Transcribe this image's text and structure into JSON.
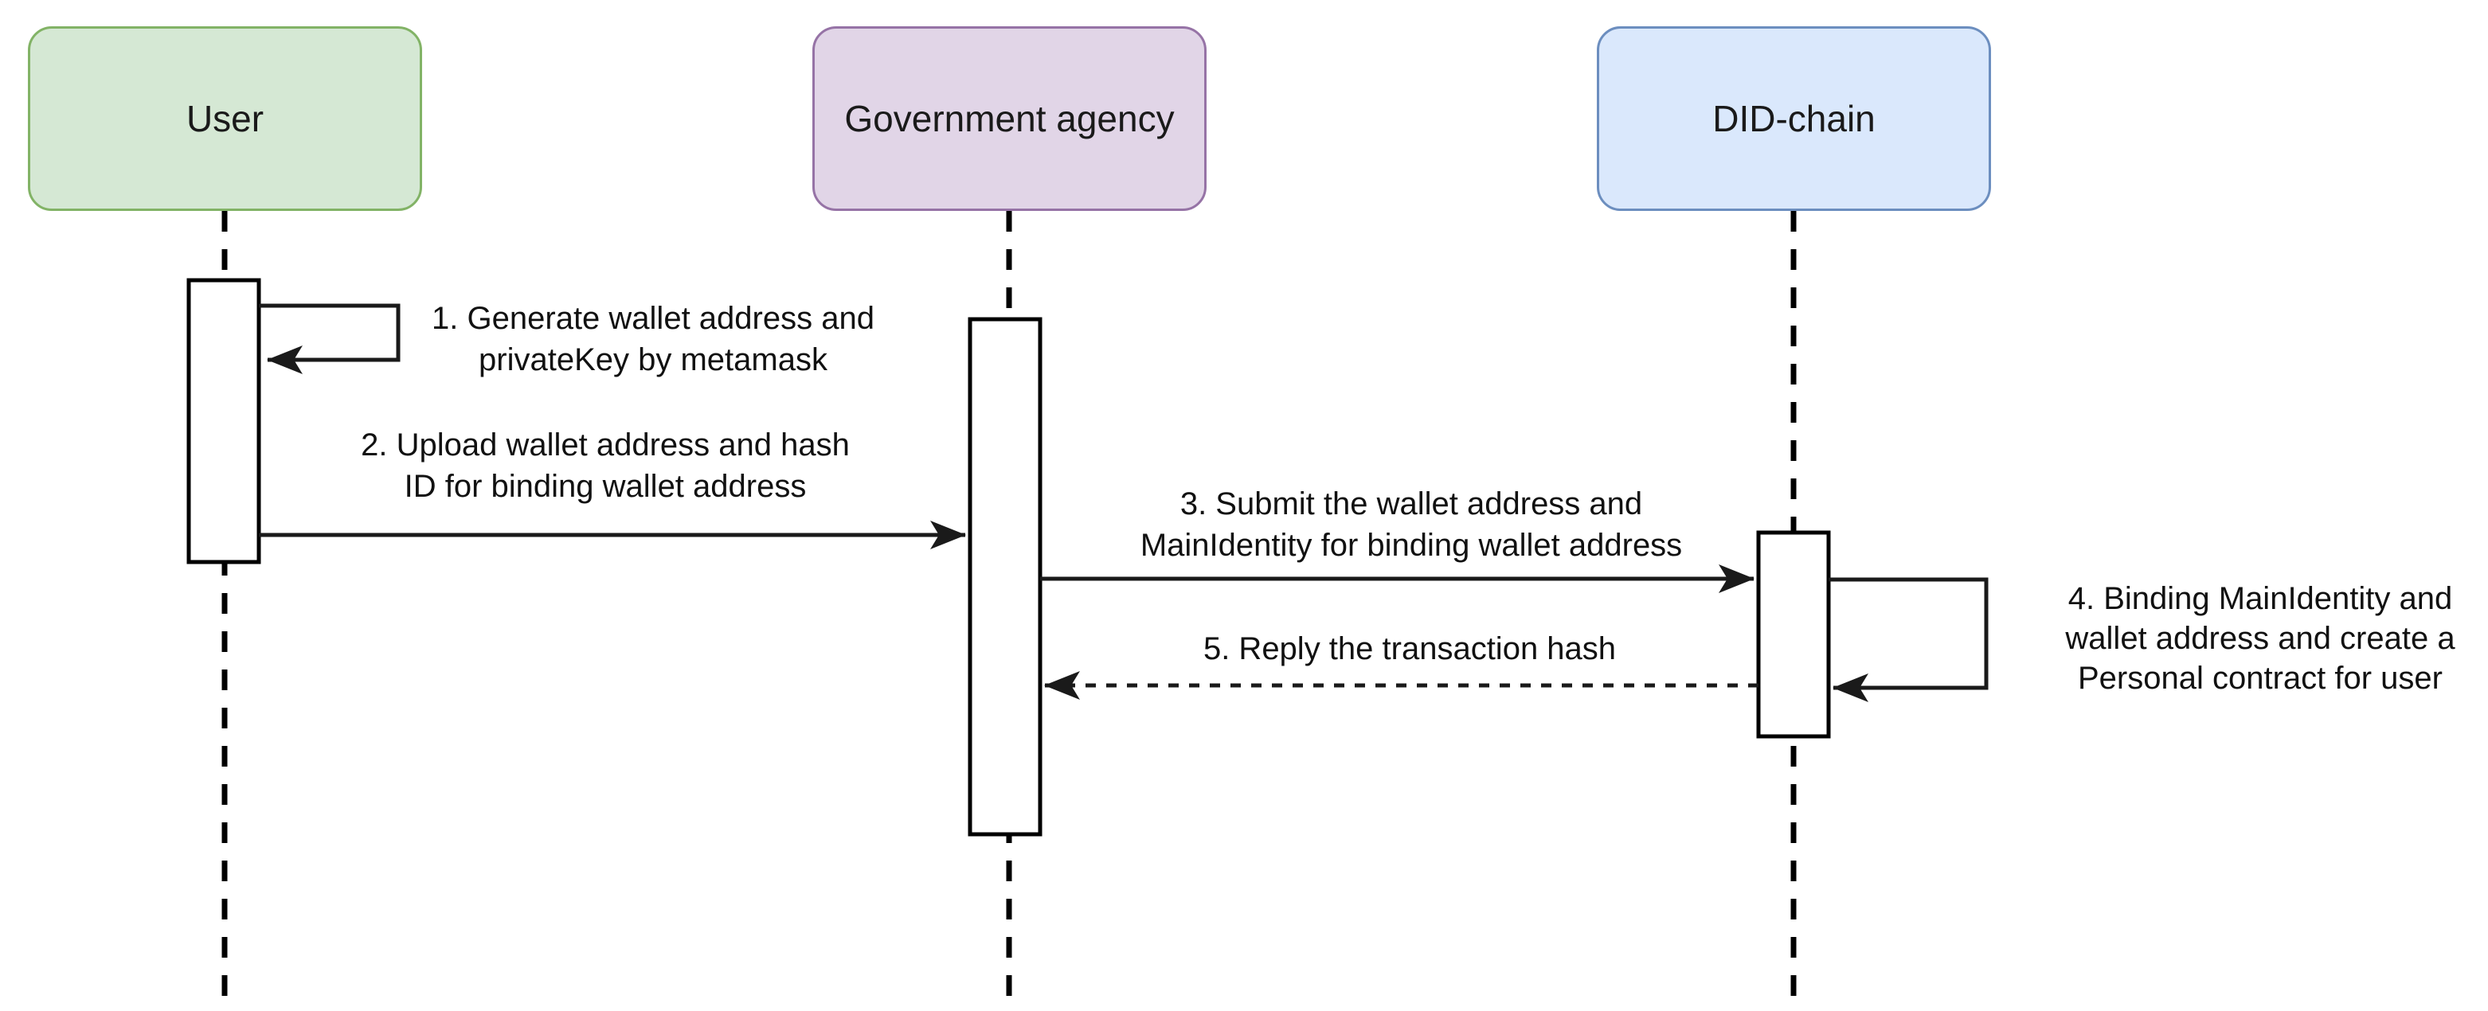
{
  "diagram": {
    "type": "uml-sequence",
    "background": "#ffffff",
    "line_color": "#1a1a1a",
    "actors": [
      {
        "name": "User",
        "fill": "#d5e8d4",
        "border": "#82b366"
      },
      {
        "name": "Government agency",
        "fill": "#e1d5e7",
        "border": "#9673a6"
      },
      {
        "name": "DID-chain",
        "fill": "#dae8fc",
        "border": "#6c8ebf"
      }
    ],
    "messages": [
      {
        "num": "1",
        "from": "User",
        "to": "User",
        "style": "solid-self-loop",
        "lines": [
          "1. Generate wallet address and",
          "privateKey by metamask"
        ]
      },
      {
        "num": "2",
        "from": "User",
        "to": "Government agency",
        "style": "solid",
        "lines": [
          "2. Upload wallet address and hash",
          "ID for binding wallet address"
        ]
      },
      {
        "num": "3",
        "from": "Government agency",
        "to": "DID-chain",
        "style": "solid",
        "lines": [
          "3. Submit the wallet address and",
          "MainIdentity for binding wallet address"
        ]
      },
      {
        "num": "4",
        "from": "DID-chain",
        "to": "DID-chain",
        "style": "solid-self-loop",
        "lines": [
          "4. Binding MainIdentity and",
          "wallet address and create a",
          "Personal contract for user"
        ]
      },
      {
        "num": "5",
        "from": "DID-chain",
        "to": "Government agency",
        "style": "dashed",
        "lines": [
          "5. Reply the transaction hash"
        ]
      }
    ]
  }
}
